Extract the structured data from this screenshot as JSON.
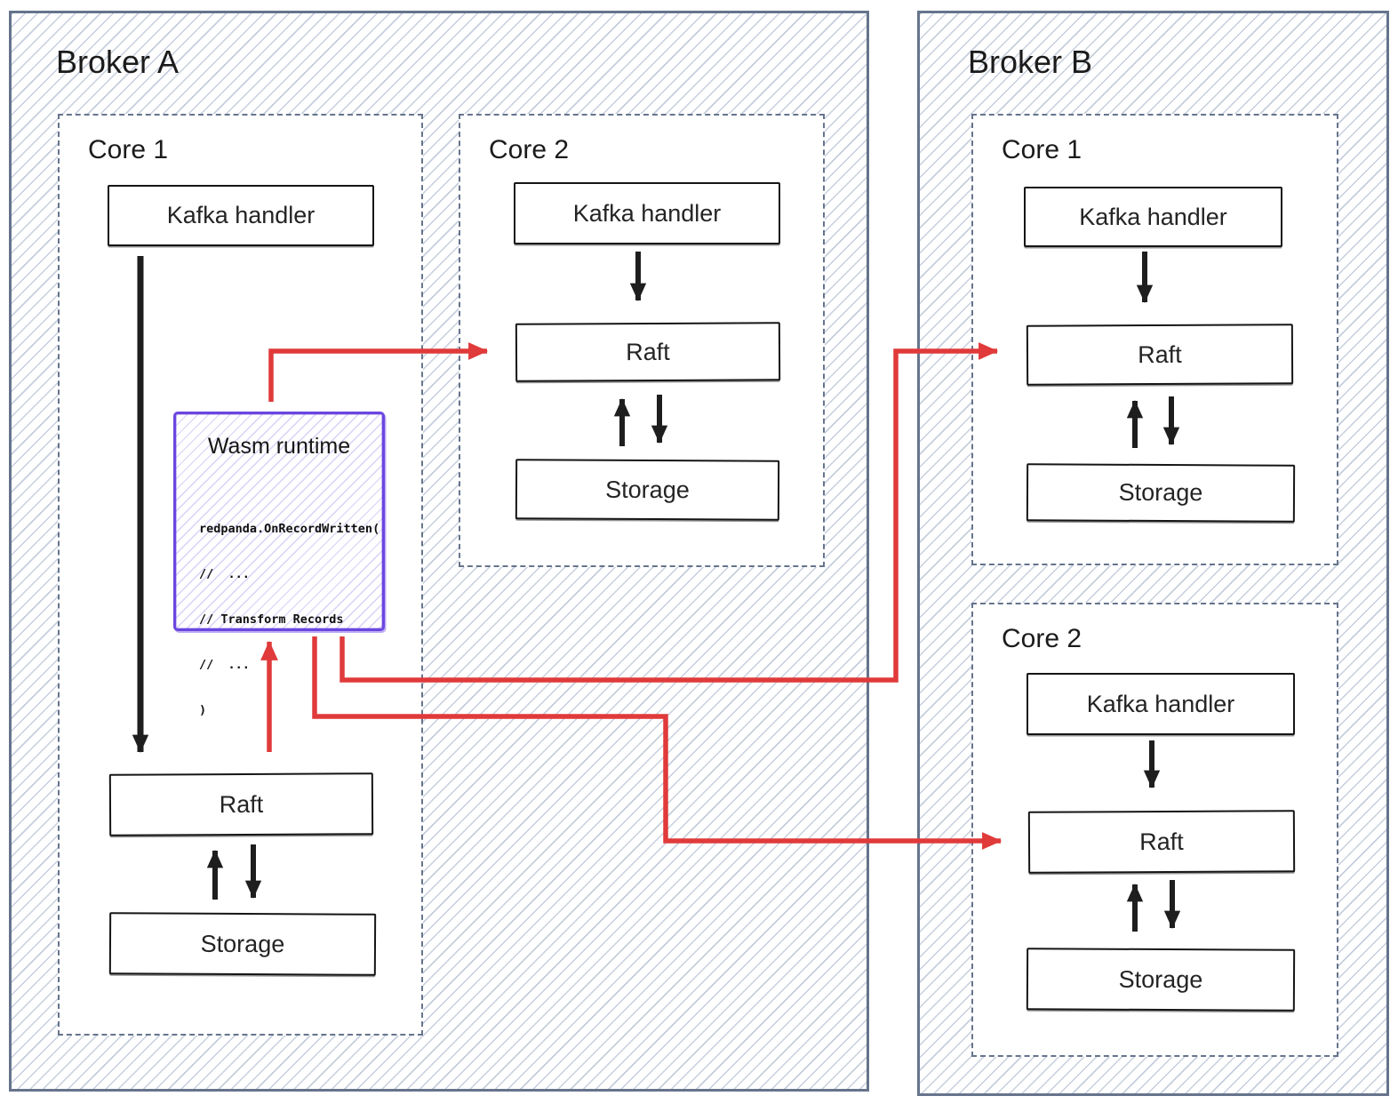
{
  "diagram": {
    "brokers": [
      {
        "label": "Broker A",
        "cores": [
          {
            "label": "Core 1",
            "boxes": {
              "kafka": "Kafka handler",
              "raft": "Raft",
              "storage": "Storage"
            },
            "wasm": {
              "title": "Wasm runtime",
              "code": [
                "redpanda.OnRecordWritten(",
                "//  ...",
                "// Transform Records",
                "//  ...",
                ")"
              ]
            }
          },
          {
            "label": "Core 2",
            "boxes": {
              "kafka": "Kafka handler",
              "raft": "Raft",
              "storage": "Storage"
            }
          }
        ]
      },
      {
        "label": "Broker B",
        "cores": [
          {
            "label": "Core 1",
            "boxes": {
              "kafka": "Kafka handler",
              "raft": "Raft",
              "storage": "Storage"
            }
          },
          {
            "label": "Core 2",
            "boxes": {
              "kafka": "Kafka handler",
              "raft": "Raft",
              "storage": "Storage"
            }
          }
        ]
      }
    ],
    "colors": {
      "broker_border": "#66748c",
      "core_border": "#66748c",
      "hatch_line": "#c9d1df",
      "node_border": "#151515",
      "wasm_border": "#6b46e0",
      "red_arrow": "#e03a3a",
      "black_arrow": "#1e1e1e"
    }
  }
}
